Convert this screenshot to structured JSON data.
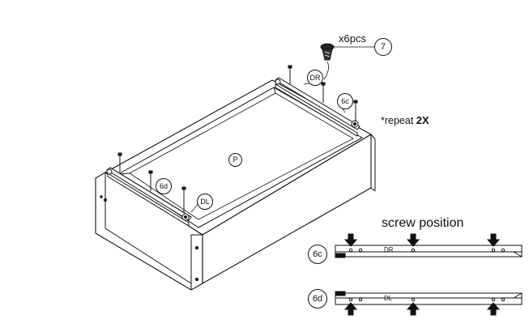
{
  "callouts": {
    "quantity": "x6pcs",
    "step_number": "7",
    "repeat_prefix": "*repeat",
    "repeat_count": "2X"
  },
  "labels": {
    "right_rail": "DR",
    "left_rail": "DL",
    "panel": "P",
    "detail_right": "6c",
    "detail_left": "6d",
    "screw_position_title": "screw position"
  },
  "colors": {
    "line": "#111111",
    "background": "#ffffff"
  }
}
